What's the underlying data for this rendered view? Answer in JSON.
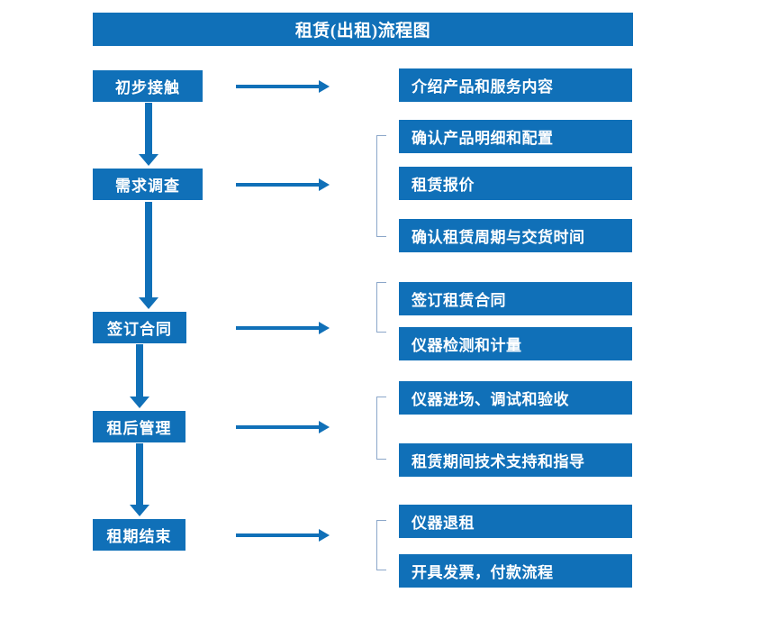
{
  "diagram": {
    "title": "租赁(出租)流程图",
    "accent_color": "#1070b8",
    "bracket_color": "#8ba6c9",
    "text_color": "#ffffff",
    "background_color": "#ffffff"
  },
  "stages": [
    {
      "label": "初步接触"
    },
    {
      "label": "需求调查"
    },
    {
      "label": "签订合同"
    },
    {
      "label": "租后管理"
    },
    {
      "label": "租期结束"
    }
  ],
  "details": [
    {
      "label": "介绍产品和服务内容"
    },
    {
      "label": "确认产品明细和配置"
    },
    {
      "label": "租赁报价"
    },
    {
      "label": "确认租赁周期与交货时间"
    },
    {
      "label": "签订租赁合同"
    },
    {
      "label": "仪器检测和计量"
    },
    {
      "label": "仪器进场、调试和验收"
    },
    {
      "label": "租赁期间技术支持和指导"
    },
    {
      "label": "仪器退租"
    },
    {
      "label": "开具发票，付款流程"
    }
  ],
  "connectors": {
    "right_arrow_icon": "arrow-right-icon",
    "down_arrow_icon": "arrow-down-icon",
    "bracket_icon": "group-bracket-icon"
  }
}
